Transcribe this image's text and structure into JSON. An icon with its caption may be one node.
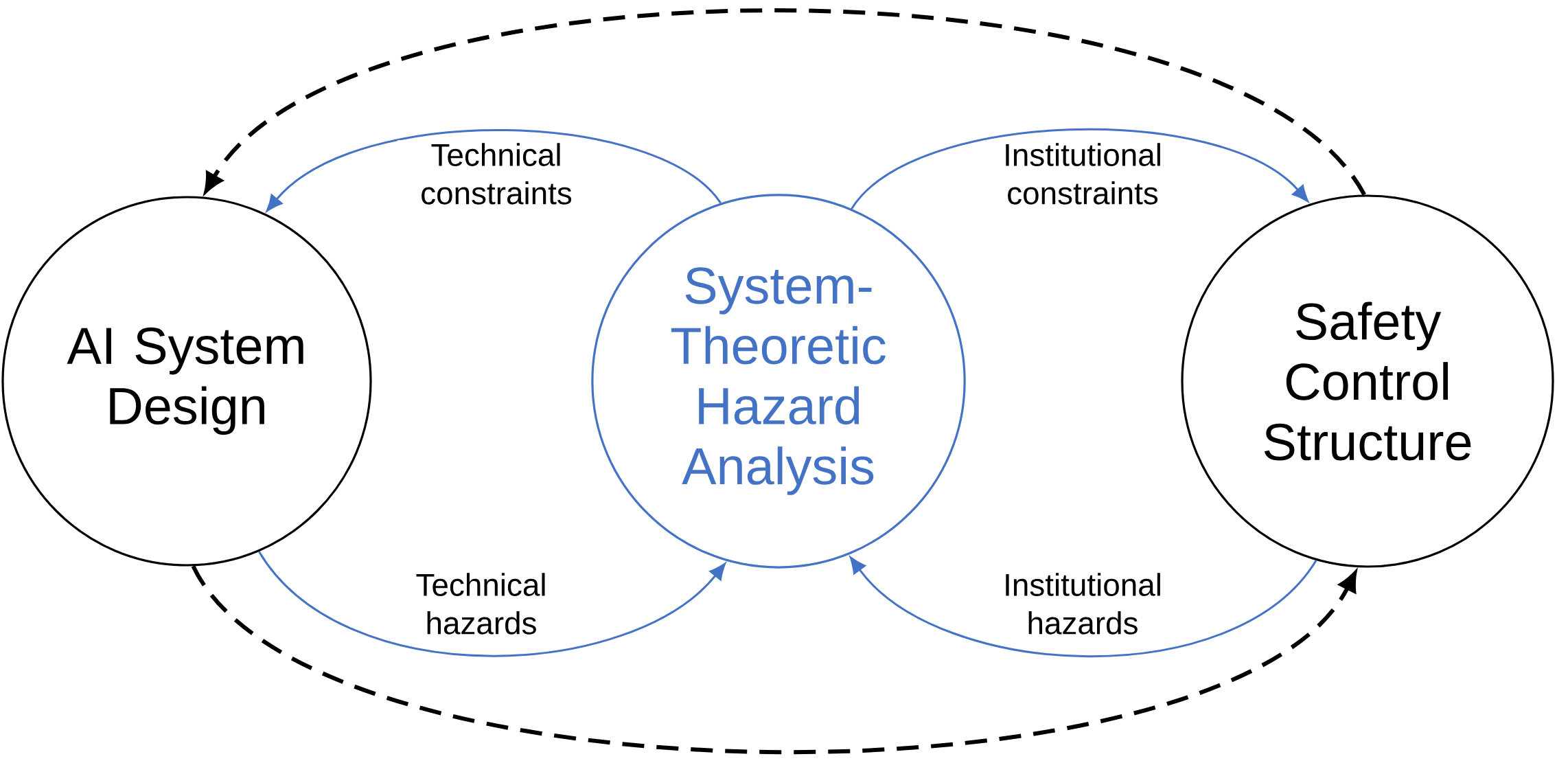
{
  "diagram": {
    "nodes": [
      {
        "text": [
          "AI System Design"
        ]
      },
      {
        "text": [
          "System-Theoretic Hazard Analysis"
        ]
      },
      {
        "text": [
          "Safety Control Structure"
        ]
      }
    ],
    "edges": [
      {
        "from": 1,
        "to": 0,
        "arrow": "to",
        "label": "Technical constraints"
      },
      {
        "from": 1,
        "to": 2,
        "arrow": "to",
        "label": "Institutional constraints"
      },
      {
        "from": 0,
        "to": 1,
        "arrow": "to",
        "label": "Technical hazards"
      },
      {
        "from": 2,
        "to": 1,
        "arrow": "to",
        "label": "Institutional hazards"
      },
      {
        "from": 2,
        "to": 0,
        "arrow": "to",
        "style": "dashed",
        "color": "#000000"
      },
      {
        "from": 0,
        "to": 2,
        "arrow": "to",
        "style": "dashed",
        "color": "#000000"
      }
    ]
  }
}
